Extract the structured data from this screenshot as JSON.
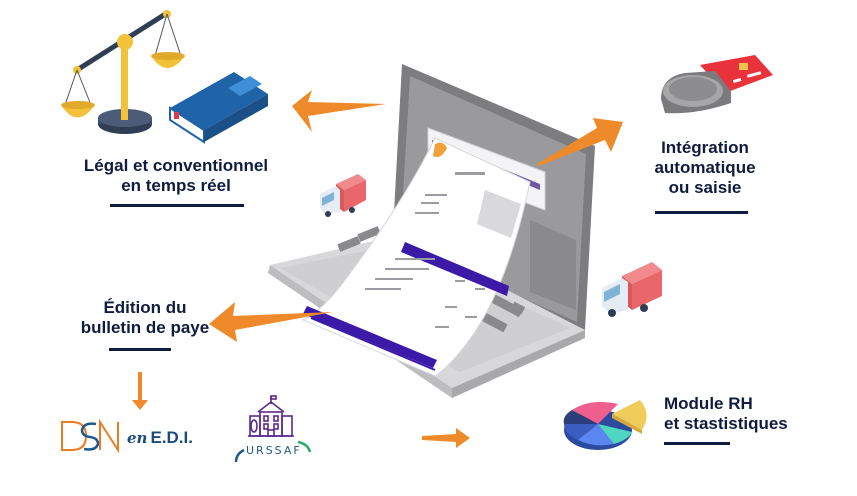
{
  "colors": {
    "text": "#0f1c3f",
    "arrow": "#ee8a2a",
    "laptop": "#7d7d80",
    "payslip_band": "#3b1aa8",
    "truck_box": "#e9666a",
    "book": "#1f63a8",
    "scale": "#f2c23a"
  },
  "labels": {
    "legal": [
      "Légal et conventionnel",
      "en temps réel"
    ],
    "integration": [
      "Intégration",
      "automatique",
      "ou saisie"
    ],
    "edition": [
      "Édition du",
      "bulletin de paye"
    ],
    "module": [
      "Module RH",
      "et stastistiques"
    ]
  },
  "logos": {
    "dsn": "DSN",
    "dsn_suffix_en": "en",
    "dsn_suffix_edi": "E.D.I.",
    "urssaf": "URSSAF"
  },
  "icons": {
    "scale": "balance-scale-icon",
    "book": "law-book-icon",
    "card_reader": "card-reader-icon",
    "truck": "delivery-truck-icon",
    "pie": "pie-chart-icon",
    "laptop": "laptop-icon",
    "payslip": "payslip-document-icon",
    "urssaf_building": "urssaf-building-icon"
  }
}
